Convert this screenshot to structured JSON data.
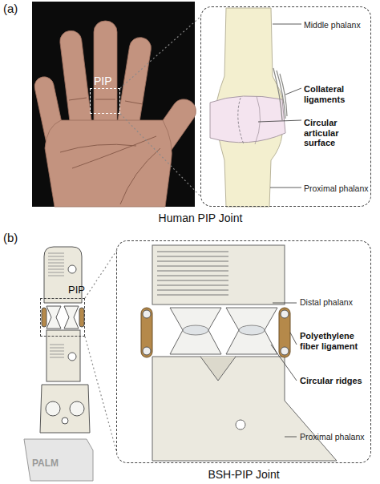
{
  "diagram": {
    "nodes": [
      {
        "text": [
          "PIP"
        ]
      },
      {
        "text": [
          "Middle phalanx",
          "Collateral ligaments",
          "Circular articular surface",
          "Proximal phalanx"
        ]
      },
      {
        "text": [
          "PIP"
        ]
      },
      {
        "text": [
          "Distal phalanx",
          "Polyethylene fiber ligament",
          "Circular ridges",
          "Proximal phalanx"
        ]
      }
    ],
    "edges": [
      {
        "from": 0,
        "to": 1,
        "arrow": "none"
      },
      {
        "from": 2,
        "to": 3,
        "arrow": "none"
      }
    ],
    "labels": [
      "(a)",
      "Human PIP Joint",
      "(b)",
      "PALM",
      "BSH-PIP Joint"
    ]
  }
}
